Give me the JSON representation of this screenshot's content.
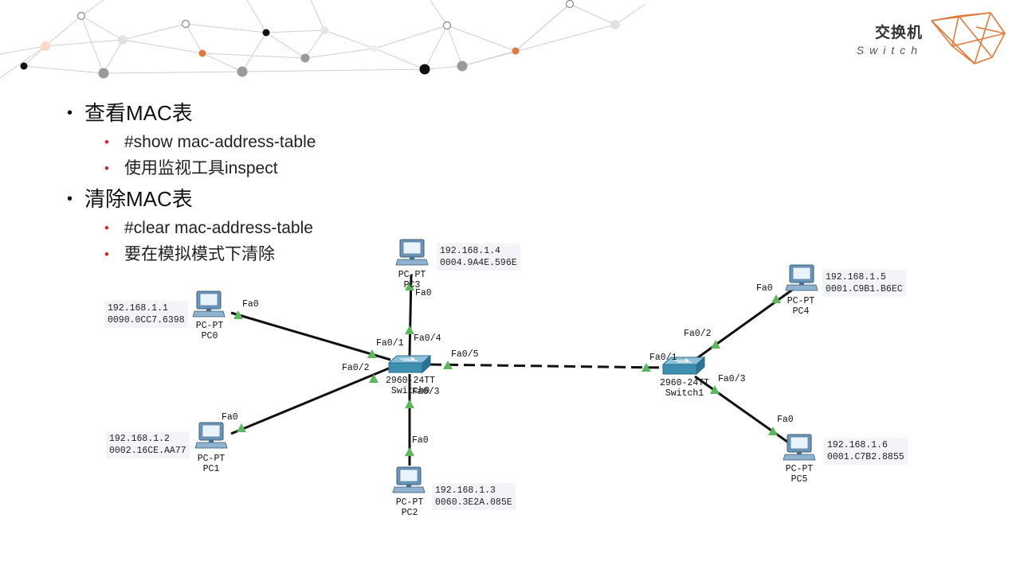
{
  "brand": {
    "title": "交换机",
    "subtitle": "Switch"
  },
  "bullets": [
    {
      "text": "查看MAC表",
      "subs": [
        "#show mac-address-table",
        "使用监视工具inspect"
      ]
    },
    {
      "text": "清除MAC表",
      "subs": [
        "#clear mac-address-table",
        "要在模拟模式下清除"
      ]
    }
  ],
  "network": {
    "pcs": [
      {
        "type": "PC-PT",
        "name": "PC0",
        "ip": "192.168.1.1",
        "mac": "0090.0CC7.6398"
      },
      {
        "type": "PC-PT",
        "name": "PC1",
        "ip": "192.168.1.2",
        "mac": "0002.16CE.AA77"
      },
      {
        "type": "PC-PT",
        "name": "PC2",
        "ip": "192.168.1.3",
        "mac": "0060.3E2A.085E"
      },
      {
        "type": "PC-PT",
        "name": "PC3",
        "ip": "192.168.1.4",
        "mac": "0004.9A4E.596E"
      },
      {
        "type": "PC-PT",
        "name": "PC4",
        "ip": "192.168.1.5",
        "mac": "0001.C9B1.B6EC"
      },
      {
        "type": "PC-PT",
        "name": "PC5",
        "ip": "192.168.1.6",
        "mac": "0001.C7B2.8855"
      }
    ],
    "switches": [
      {
        "model": "2960-24TT",
        "name": "Switch0"
      },
      {
        "model": "2960-24TT",
        "name": "Switch1"
      }
    ],
    "ports": {
      "pc_fa0": "Fa0",
      "sw0_fa01": "Fa0/1",
      "sw0_fa02": "Fa0/2",
      "sw0_fa03": "Fa0/3",
      "sw0_fa04": "Fa0/4",
      "sw0_fa05": "Fa0/5",
      "sw1_fa01": "Fa0/1",
      "sw1_fa02": "Fa0/2",
      "sw1_fa03": "Fa0/3"
    }
  },
  "colors": {
    "accent": "#e07a3a",
    "bullet_red": "#d8262d",
    "link_green": "#5cb85c",
    "switch_blue": "#3d8fb0"
  }
}
